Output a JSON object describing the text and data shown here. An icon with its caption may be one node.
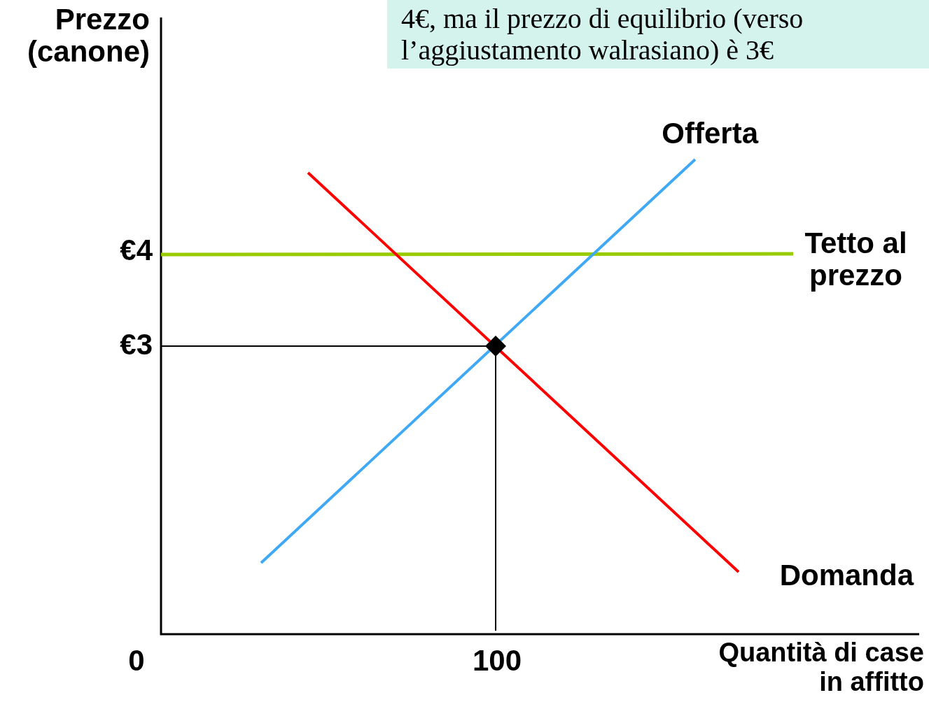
{
  "diagram": {
    "labels": [
      "4€, ma il prezzo di equilibrio (verso l’aggiustamento walrasiano) è 3€",
      "Prezzo (canone)",
      "Offerta",
      "€4",
      "Tetto al prezzo",
      "€3",
      "Domanda",
      "0",
      "100",
      "Quantità di case in affitto"
    ]
  }
}
